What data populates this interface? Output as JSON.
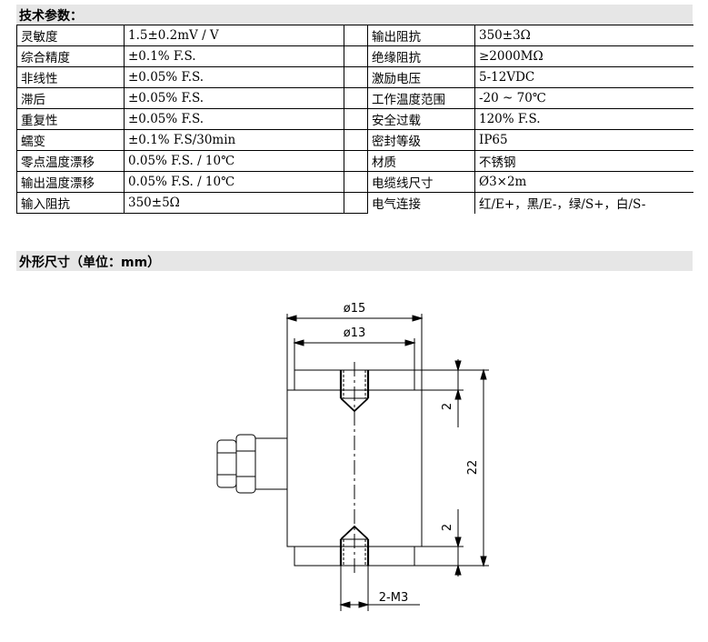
{
  "section_specs": {
    "title": "技术参数："
  },
  "section_dims": {
    "title": "外形尺寸（单位：mm）"
  },
  "spec_rows": [
    {
      "left_key": "灵敏度",
      "left_val": "1.5±0.2mV / V",
      "right_key": "输出阻抗",
      "right_val": "350±3Ω"
    },
    {
      "left_key": "综合精度",
      "left_val": "±0.1% F.S.",
      "right_key": "绝缘阻抗",
      "right_val": "≥2000MΩ"
    },
    {
      "left_key": "非线性",
      "left_val": "±0.05% F.S.",
      "right_key": "激励电压",
      "right_val": "5-12VDC"
    },
    {
      "left_key": "滞后",
      "left_val": "±0.05% F.S.",
      "right_key": "工作温度范围",
      "right_val": "-20 ~ 70℃"
    },
    {
      "left_key": "重复性",
      "left_val": "±0.05% F.S.",
      "right_key": "安全过载",
      "right_val": "120% F.S."
    },
    {
      "left_key": "蠕变",
      "left_val": "±0.1% F.S/30min",
      "right_key": "密封等级",
      "right_val": "IP65"
    },
    {
      "left_key": "零点温度漂移",
      "left_val": "0.05% F.S. / 10℃",
      "right_key": "材质",
      "right_val": "不锈钢"
    },
    {
      "left_key": "输出温度漂移",
      "left_val": "0.05% F.S. / 10℃",
      "right_key": "电缆线尺寸",
      "right_val": "Ø3×2m"
    },
    {
      "left_key": "输入阻抗",
      "left_val": "350±5Ω",
      "right_key": "电气连接",
      "right_val": "红/E+，黑/E-，绿/S+，白/S-"
    }
  ],
  "drawing": {
    "dim_outer_diameter": "ø15",
    "dim_inner_diameter": "ø13",
    "dim_top_thread_depth": "2",
    "dim_total_height": "22",
    "dim_bottom_thread_depth": "2",
    "dim_thread_spec": "2-M3"
  }
}
